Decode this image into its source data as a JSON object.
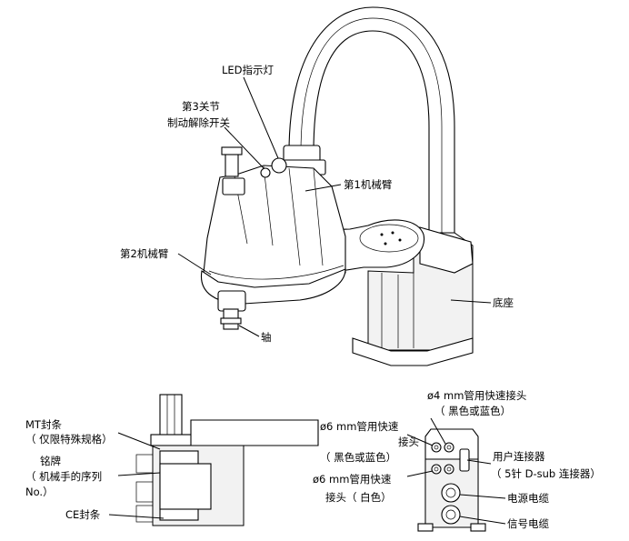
{
  "top_labels": {
    "led": "LED指示灯",
    "brake_line1": "第3关节",
    "brake_line2": "制动解除开关",
    "arm1": "第1机械臂",
    "arm2": "第2机械臂",
    "base": "底座",
    "shaft": "轴"
  },
  "left_labels": {
    "mt_line1": "MT封条",
    "mt_line2": "（ 仅限特殊规格）",
    "plate_line1": "铭牌",
    "plate_line2": "（ 机械手的序列",
    "plate_line3": "No.）",
    "ce": "CE封条"
  },
  "right_labels": {
    "tube4_line1": "ø4 mm管用快速接头",
    "tube4_line2": "（ 黑色或蓝色）",
    "tube6a_line1": "ø6 mm管用快速",
    "tube6a_line2": "接头",
    "tube6a_line3": "（ 黑色或蓝色）",
    "tube6b_line1": "ø6 mm管用快速",
    "tube6b_line2": "接头（ 白色）",
    "user_line1": "用户连接器",
    "user_line2": "（ 5针 D-sub 连接器）",
    "power": "电源电缆",
    "signal": "信号电缆"
  }
}
